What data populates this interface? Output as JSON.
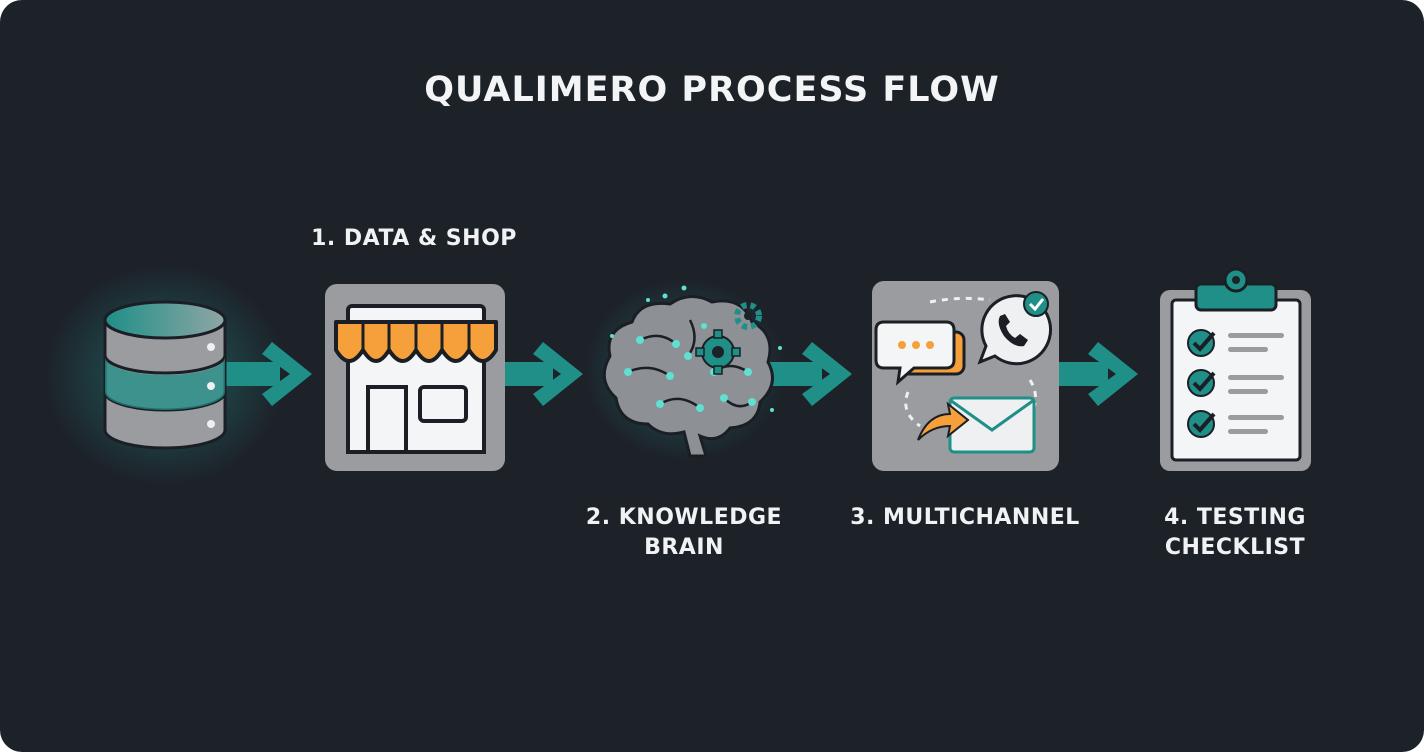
{
  "title": "QUALIMERO PROCESS FLOW",
  "steps": [
    {
      "label": "1. DATA & SHOP"
    },
    {
      "label": "2. KNOWLEDGE\nBRAIN"
    },
    {
      "label": "3. MULTICHANNEL"
    },
    {
      "label": "4. TESTING\nCHECKLIST"
    }
  ],
  "colors": {
    "background": "#1d2229",
    "teal": "#1f8f87",
    "orange": "#f5a03a",
    "tile": "#9a9ca0",
    "light": "#f1f2f3"
  }
}
